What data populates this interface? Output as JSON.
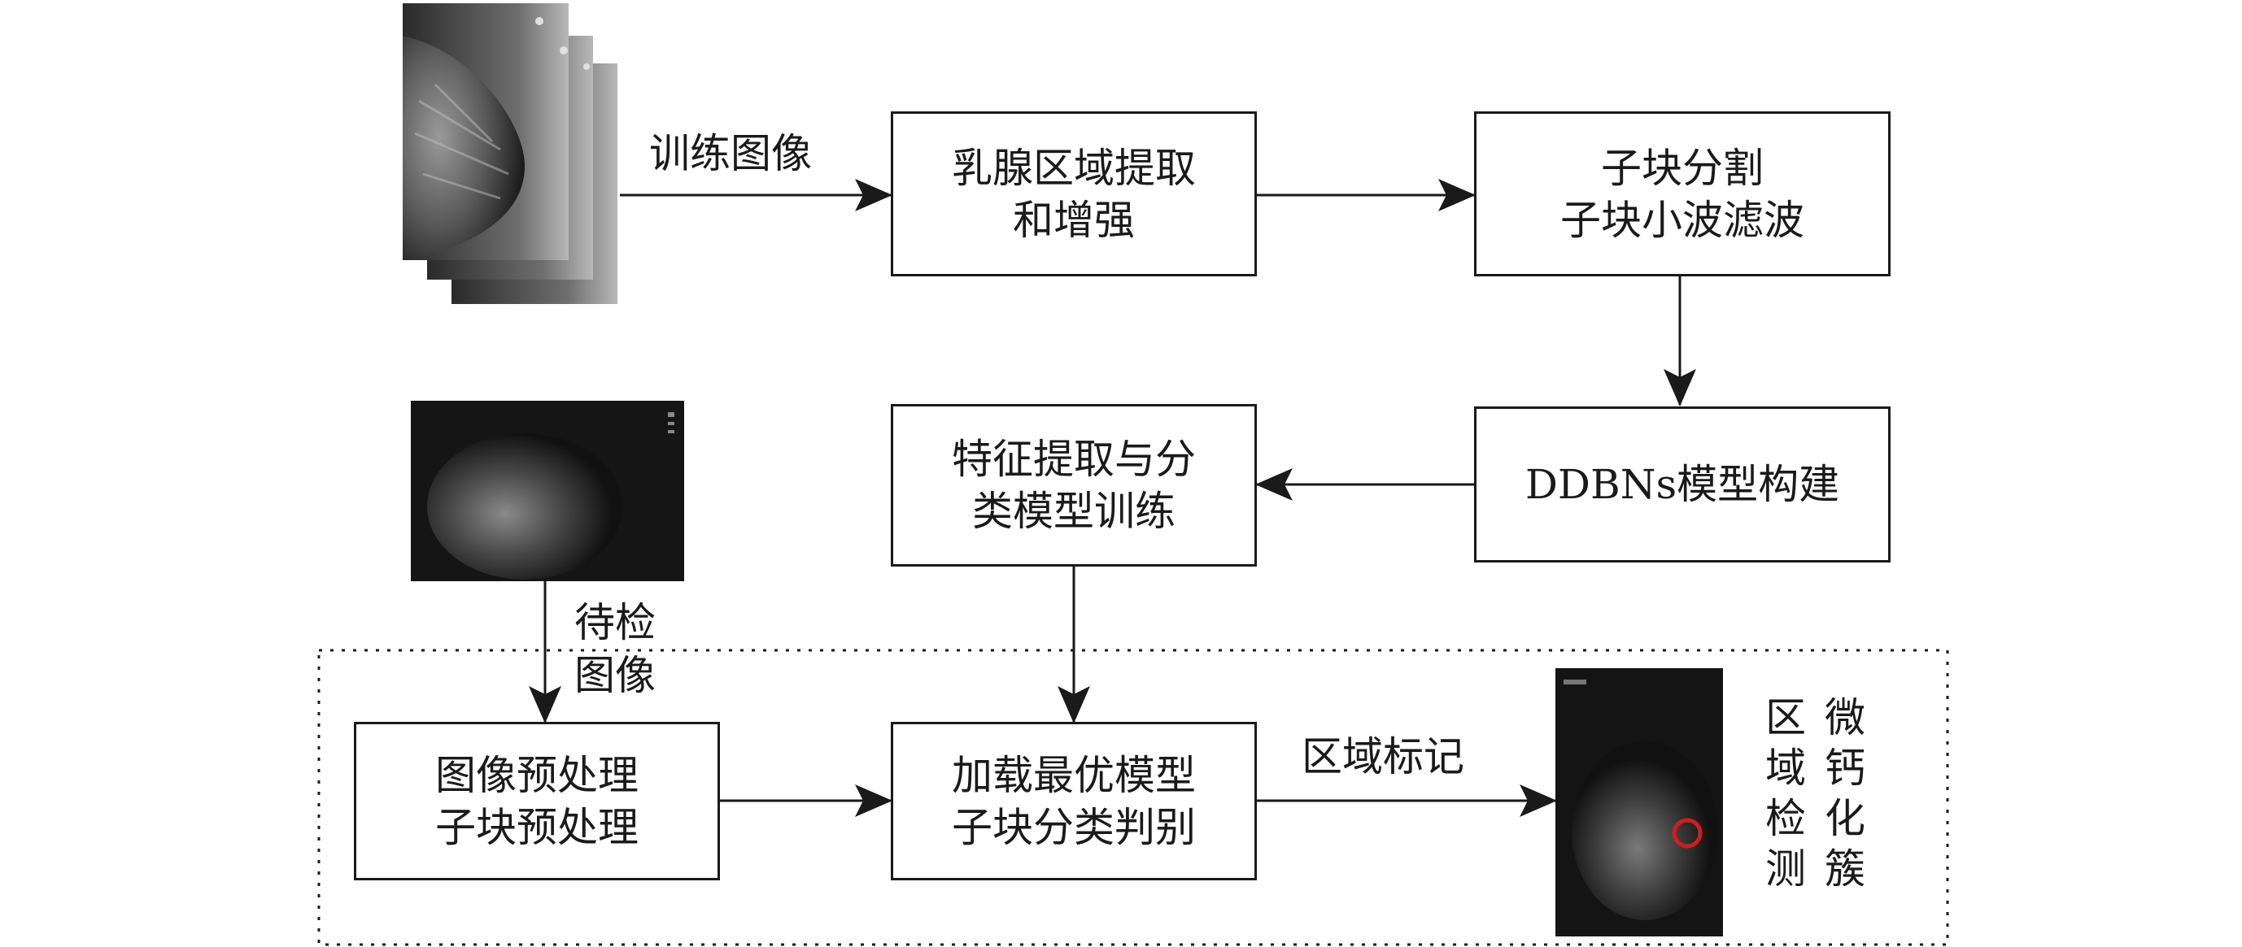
{
  "nodes": {
    "gland_extract": {
      "line1": "乳腺区域提取",
      "line2": "和增强"
    },
    "subblock": {
      "line1": "子块分割",
      "line2": "子块小波滤波"
    },
    "ddbns": {
      "line1": "DDBNs模型构建"
    },
    "feature": {
      "line1": "特征提取与分",
      "line2": "类模型训练"
    },
    "preprocess": {
      "line1": "图像预处理",
      "line2": "子块预处理"
    },
    "load_model": {
      "line1": "加载最优模型",
      "line2": "子块分类判别"
    }
  },
  "edge_labels": {
    "train_images": "训练图像",
    "test_image_1": "待检",
    "test_image_2": "图像",
    "region_mark": "区域标记"
  },
  "result_label": {
    "col1": [
      "区",
      "域",
      "检",
      "测"
    ],
    "col2": [
      "微",
      "钙",
      "化",
      "簇"
    ]
  },
  "colors": {
    "line": "#1a1a1a",
    "detection_circle": "#d21c1c"
  }
}
